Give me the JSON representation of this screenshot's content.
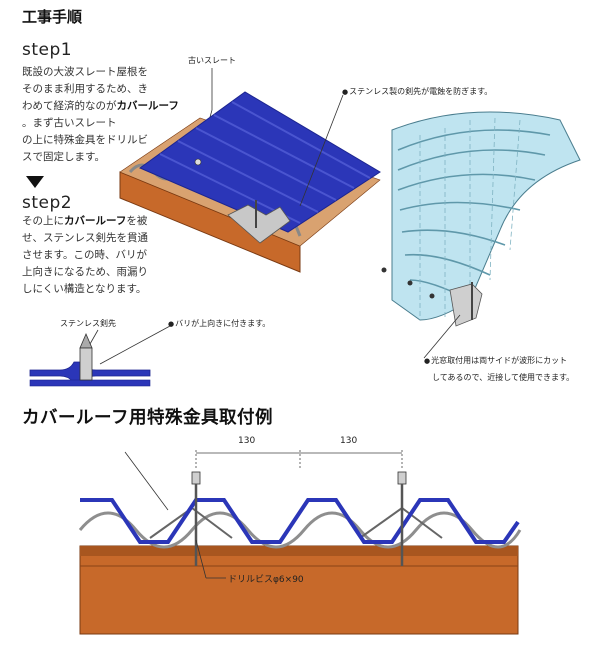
{
  "procedure": {
    "title": "工事手順",
    "step1": {
      "heading": "step1",
      "lines": [
        "既設の大波スレート屋根を",
        "そのまま利用するため、き",
        "わめて経済的なのが",
        "カバールーフ",
        "。まず古いスレート",
        "の上に特殊金具をドリルビ",
        "スで固定します。"
      ]
    },
    "step2": {
      "heading": "step2",
      "lines": [
        "その上に",
        "カバールーフ",
        "を被",
        "せ、ステンレス剣先を貫通",
        "させます。この時、バリが",
        "上向きになるため、雨漏り",
        "しにくい構造となります。"
      ]
    }
  },
  "labels": {
    "old_slate": "古いスレート",
    "stainless_note": "ステンレス製の剣先が電蝕を防ぎます。",
    "stainless_tip": "ステンレス剣先",
    "burr_note": "バリが上向きに付きます。",
    "skylight_note_1": "光窓取付用は両サイドが波形にカット",
    "skylight_note_2": "してあるので、近接して使用できます。"
  },
  "example": {
    "title": "カバールーフ用特殊金具取付例",
    "dim_1": "130",
    "dim_2": "130",
    "screw_label": "ドリルビスφ6×90"
  },
  "colors": {
    "roof_blue": "#2b36b8",
    "roof_blue_dark": "#1c2590",
    "skylight_blue": "#bfe4f0",
    "wood": "#c7692a",
    "wood_dark": "#8a4316"
  }
}
